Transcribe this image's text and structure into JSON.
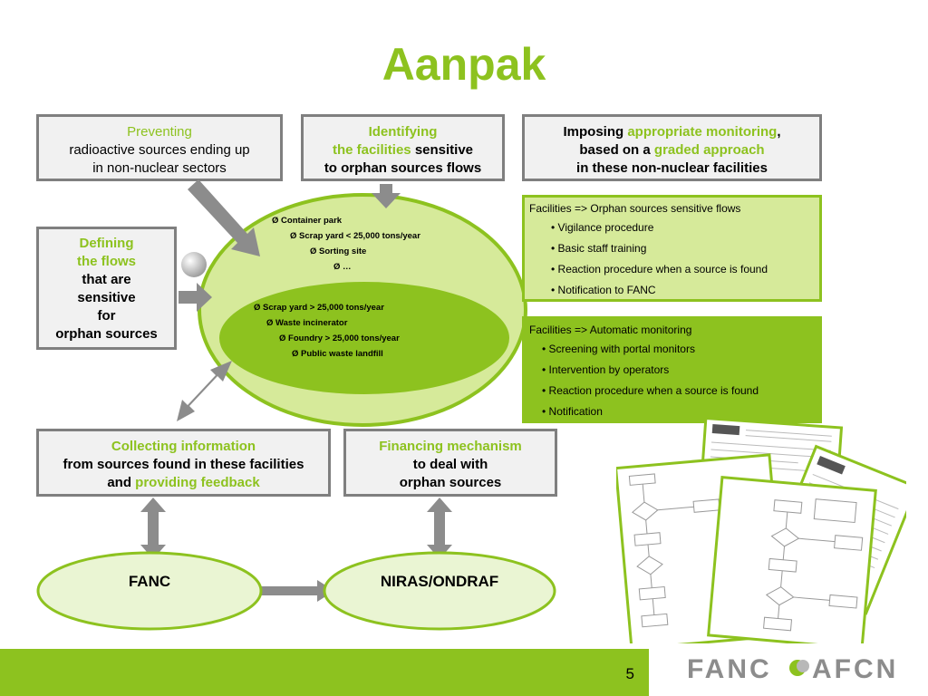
{
  "title": "Aanpak",
  "box_preventing": {
    "line1": "Preventing",
    "line2": "radioactive sources  ending up",
    "line3": "in non-nuclear sectors"
  },
  "box_identifying": {
    "line1": "Identifying",
    "line2a": "the facilities",
    "line2b": " sensitive",
    "line3": "to orphan sources flows"
  },
  "box_imposing": {
    "p1": "Imposing ",
    "p2": "appropriate monitoring",
    "p3": ",",
    "line2a": "based on a ",
    "line2b": "graded approach",
    "line3": "in these non-nuclear facilities"
  },
  "box_defining": {
    "line1": "Defining",
    "line2": "the flows",
    "line3": "that are",
    "line4": "sensitive",
    "line5": "for",
    "line6": "orphan sources"
  },
  "ellipse_outer_items": [
    "Ø  Container park",
    "Ø   Scrap yard < 25,000 tons/year",
    "Ø  Sorting site",
    "Ø  …"
  ],
  "ellipse_inner_items": [
    "Ø  Scrap yard > 25,000 tons/year",
    "Ø  Waste incinerator",
    "Ø  Foundry > 25,000 tons/year",
    "Ø  Public waste landfill"
  ],
  "panel_sensitive": {
    "heading": "Facilities => Orphan sources sensitive flows",
    "items": [
      "• Vigilance procedure",
      "• Basic staff training",
      "• Reaction procedure when a source is found",
      "• Notification to FANC"
    ]
  },
  "panel_automatic": {
    "heading": "Facilities => Automatic monitoring",
    "items": [
      "• Screening with portal monitors",
      "• Intervention by operators",
      "• Reaction procedure when a source is found",
      "• Notification"
    ]
  },
  "box_collecting": {
    "line1": "Collecting information",
    "line2": "from sources found in these facilities",
    "line3a": "and ",
    "line3b": "providing feedback"
  },
  "box_financing": {
    "line1": "Financing mechanism",
    "line2": "to deal with",
    "line3": "orphan sources"
  },
  "oval_fanc": "FANC",
  "oval_niras": "NIRAS/ONDRAF",
  "logo_text_left": "FANC",
  "logo_text_right": "AFCN",
  "page_number": "5",
  "colors": {
    "accent_green": "#8dc21f",
    "box_border_gray": "#7f7f7f",
    "arrow_gray": "#8c8c8c"
  }
}
